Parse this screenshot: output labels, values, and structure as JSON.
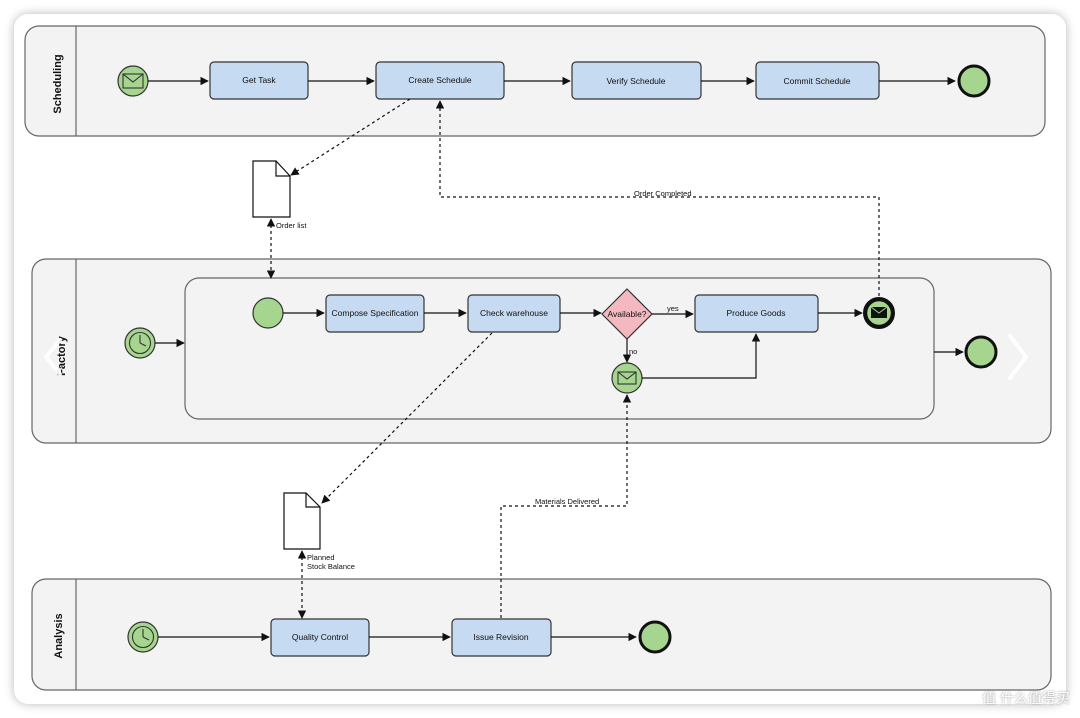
{
  "lanes": {
    "scheduling": "Scheduling",
    "factory": "Factory",
    "analysis": "Analysis"
  },
  "tasks": {
    "get_task": "Get Task",
    "create_schedule": "Create Schedule",
    "verify_schedule": "Verify Schedule",
    "commit_schedule": "Commit Schedule",
    "compose_specification": "Compose Specification",
    "check_warehouse": "Check warehouse",
    "produce_goods": "Produce Goods",
    "quality_control": "Quality Control",
    "issue_revision": "Issue Revision"
  },
  "gateway": {
    "label": "Available?",
    "yes": "yes",
    "no": "no"
  },
  "documents": {
    "order_list": "Order list",
    "planned_line1": "Planned",
    "planned_line2": "Stock Balance"
  },
  "messages": {
    "order_completed": "Order Completed",
    "materials_delivered": "Materials Delivered"
  },
  "watermark": "值 什么值得买",
  "colors": {
    "task_fill": "#c6daf1",
    "event_fill": "#a6d58f",
    "gateway_fill": "#f4b8c1",
    "lane_fill": "#f3f3f3"
  }
}
